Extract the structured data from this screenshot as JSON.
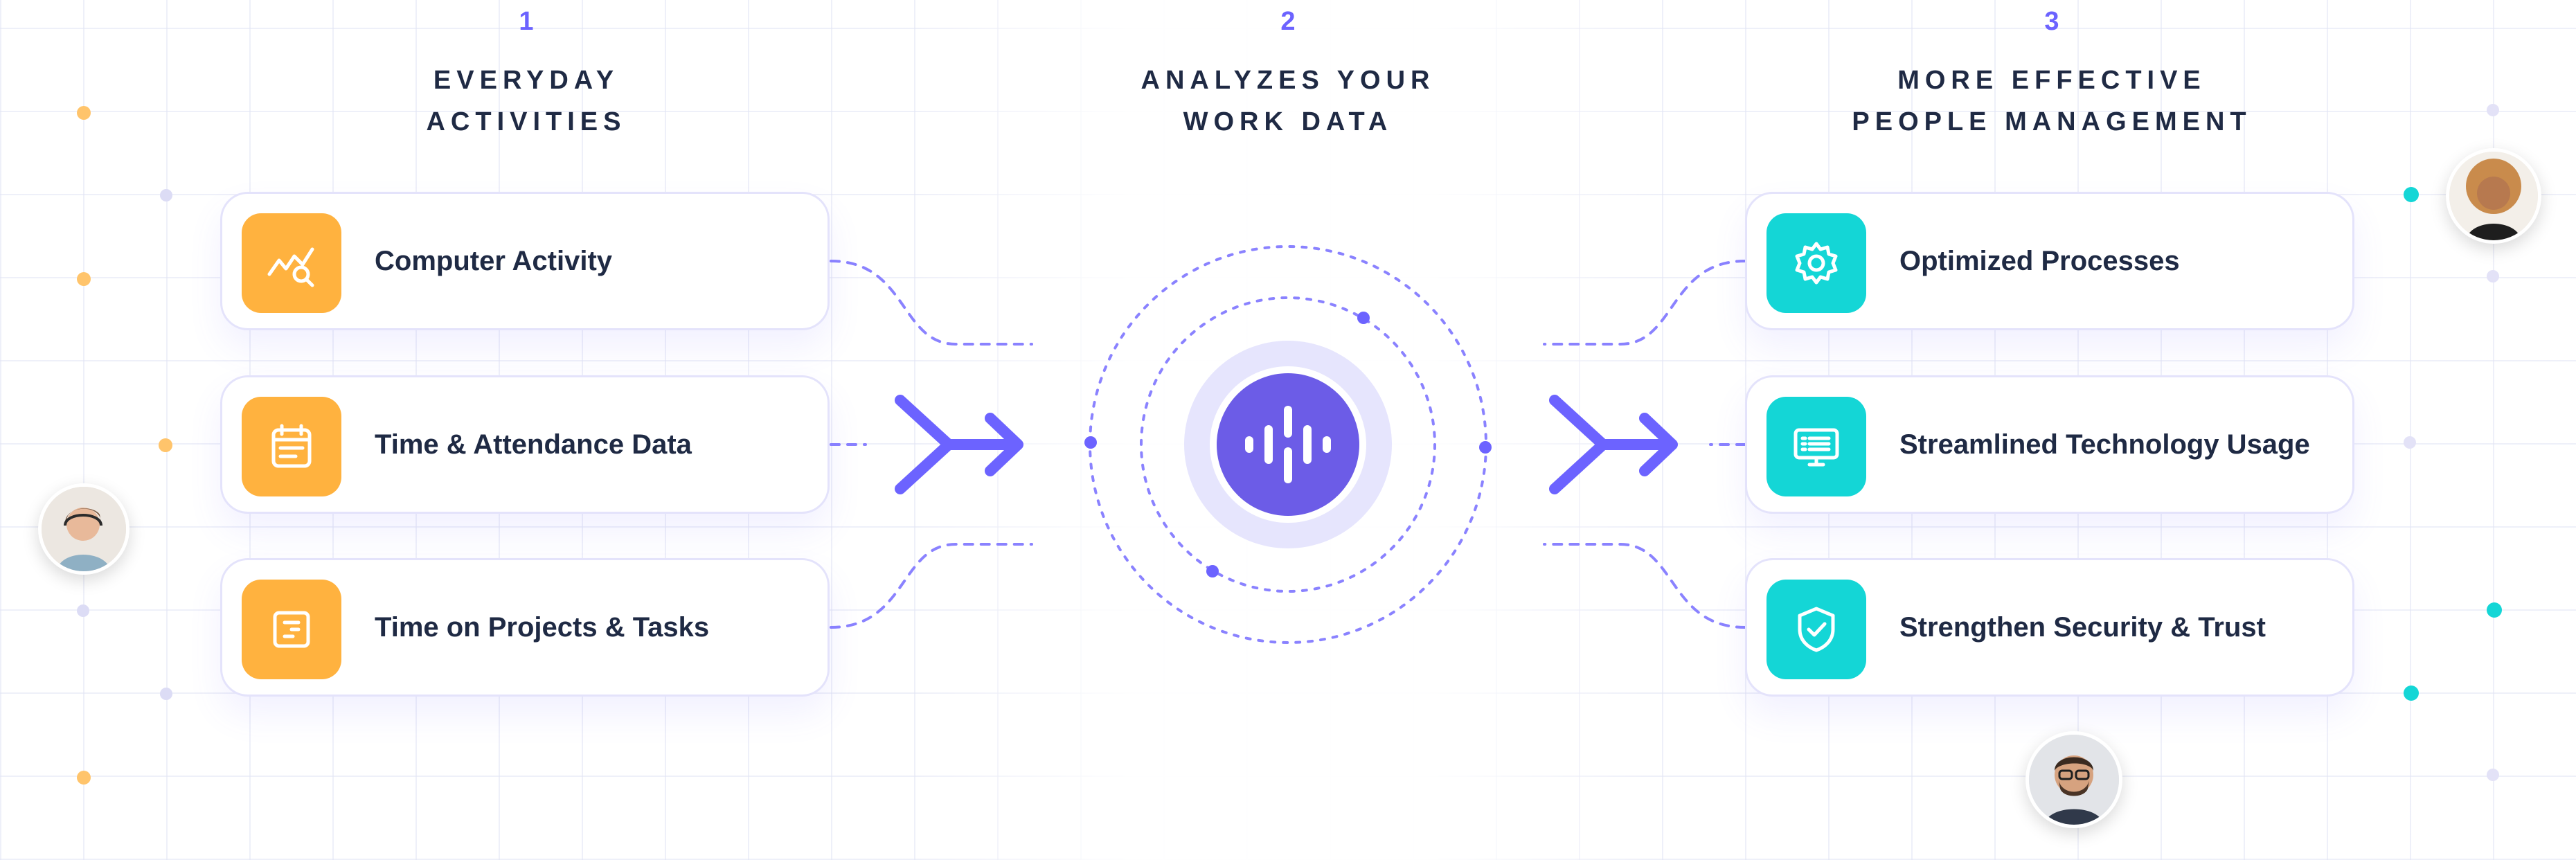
{
  "steps": [
    {
      "number": "1",
      "title_line1": "EVERYDAY",
      "title_line2": "ACTIVITIES"
    },
    {
      "number": "2",
      "title_line1": "ANALYZES YOUR",
      "title_line2": "WORK DATA"
    },
    {
      "number": "3",
      "title_line1": "MORE EFFECTIVE",
      "title_line2": "PEOPLE MANAGEMENT"
    }
  ],
  "inputs": [
    {
      "label": "Computer Activity",
      "icon": "activity-search-icon"
    },
    {
      "label": "Time & Attendance Data",
      "icon": "calendar-icon"
    },
    {
      "label": "Time on Projects & Tasks",
      "icon": "task-list-icon"
    }
  ],
  "outputs": [
    {
      "label": "Optimized Processes",
      "icon": "gear-icon"
    },
    {
      "label": "Streamlined Technology Usage",
      "icon": "monitor-icon"
    },
    {
      "label": "Strengthen Security & Trust",
      "icon": "shield-check-icon"
    }
  ],
  "hub": {
    "icon": "audio-wave-icon"
  },
  "colors": {
    "accent": "#6c63ff",
    "orange": "#ffb23f",
    "teal": "#14d6d6",
    "text": "#1f2a44",
    "card_border": "#e4e3fb"
  }
}
